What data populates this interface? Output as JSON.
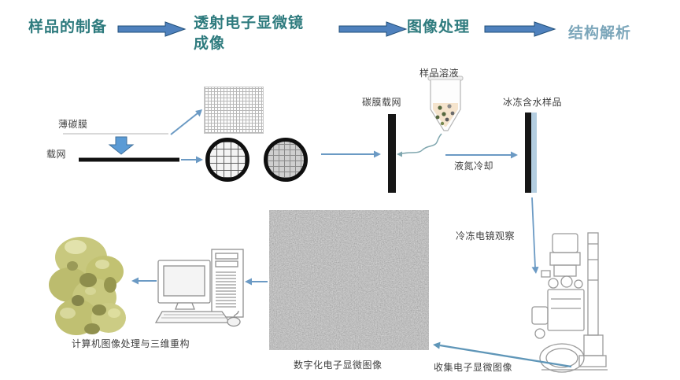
{
  "header": {
    "step1": "样品的制备",
    "step2_line1": "透射电子显微镜",
    "step2_line2": "成像",
    "step3": "图像处理",
    "step4": "结构解析"
  },
  "labels": {
    "thin_carbon_film": "薄碳膜",
    "grid": "载网",
    "carbon_film_grid": "碳膜载网",
    "sample_solution": "样品溶液",
    "liquid_nitrogen_cooling": "液氮冷却",
    "frozen_hydrated_sample": "冰冻含水样品",
    "cryo_em_observation": "冷冻电镜观察",
    "collect_em_images": "收集电子显微图像",
    "digitized_em_image": "数字化电子显微图像",
    "computer_processing_3d": "计算机图像处理与三维重构"
  },
  "colors": {
    "header_text": "#2e7b7e",
    "header_text_light": "#7ba6ba",
    "block_arrow_fill": "#4f81bd",
    "block_arrow_stroke": "#1f4e79",
    "connector": "#6b9ac4",
    "ice": "#b3cde0",
    "blob": "#c8c87e",
    "liquid": "#f5e4cd"
  }
}
